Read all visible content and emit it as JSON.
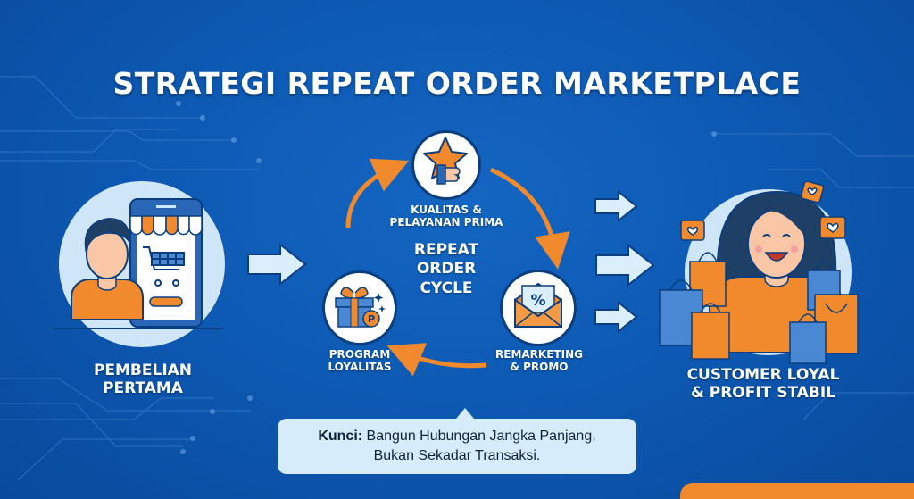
{
  "title": "STRATEGI REPEAT ORDER MARKETPLACE",
  "colors": {
    "background": "#0d5ab4",
    "accent_orange": "#f08a2c",
    "light_blue": "#cfe6f8",
    "outline": "#0a3e7e"
  },
  "stages": {
    "first_purchase": {
      "line1": "PEMBELIAN",
      "line2": "PERTAMA",
      "icon": "shopper-with-mobile-store-icon"
    },
    "cycle": {
      "center_line1": "REPEAT",
      "center_line2": "ORDER",
      "center_line3": "CYCLE",
      "steps": [
        {
          "line1": "KUALITAS &",
          "line2": "PELAYANAN PRIMA",
          "icon": "star-thumbs-up-icon"
        },
        {
          "line1": "REMARKETING",
          "line2": "& PROMO",
          "icon": "discount-envelope-icon"
        },
        {
          "line1": "PROGRAM",
          "line2": "LOYALITAS",
          "icon": "gift-points-icon"
        }
      ]
    },
    "result": {
      "line1": "CUSTOMER LOYAL",
      "line2": "& PROFIT STABIL",
      "icon": "happy-customer-shopping-bags-icon"
    }
  },
  "key_message": {
    "label": "Kunci:",
    "line1_rest": " Bangun Hubungan Jangka Panjang,",
    "line2": "Bukan Sekadar Transaksi."
  }
}
